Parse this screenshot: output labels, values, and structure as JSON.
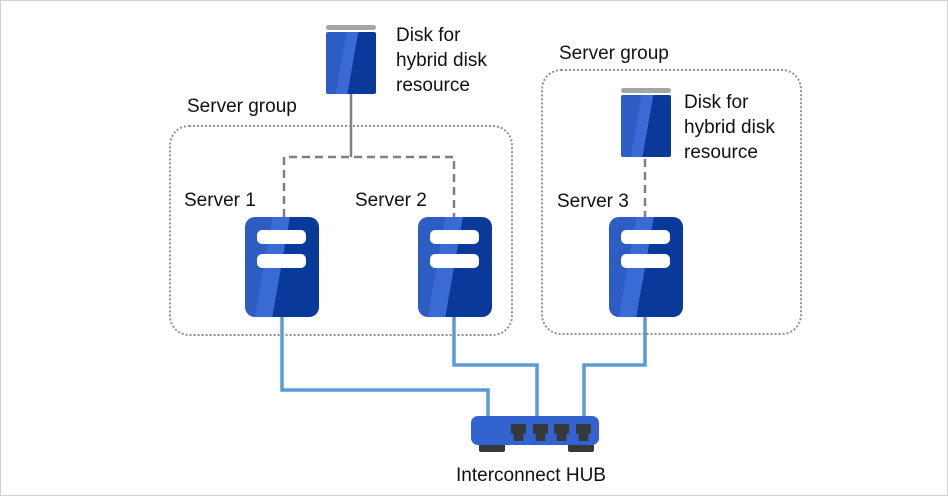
{
  "diagram": {
    "group1": {
      "label": "Server group",
      "disk_label": "Disk for hybrid disk resource",
      "server1_label": "Server 1",
      "server2_label": "Server 2"
    },
    "group2": {
      "label": "Server group",
      "disk_label": "Disk for hybrid disk resource",
      "server3_label": "Server 3"
    },
    "hub_label": "Interconnect HUB"
  },
  "colors": {
    "icon_blue": "#2d5dc2",
    "icon_blue_highlight": "#3a6bd4",
    "icon_blue_dark": "#093a9a",
    "hub_blue": "#3263cf",
    "connector_blue": "#5b9bd5",
    "line_gray": "#808080",
    "dotted_border_gray": "#909090",
    "disk_cap_gray": "#a5a5a5",
    "port_dark": "#35393c",
    "text_color": "#111111",
    "canvas_border": "#d2d2d2"
  }
}
